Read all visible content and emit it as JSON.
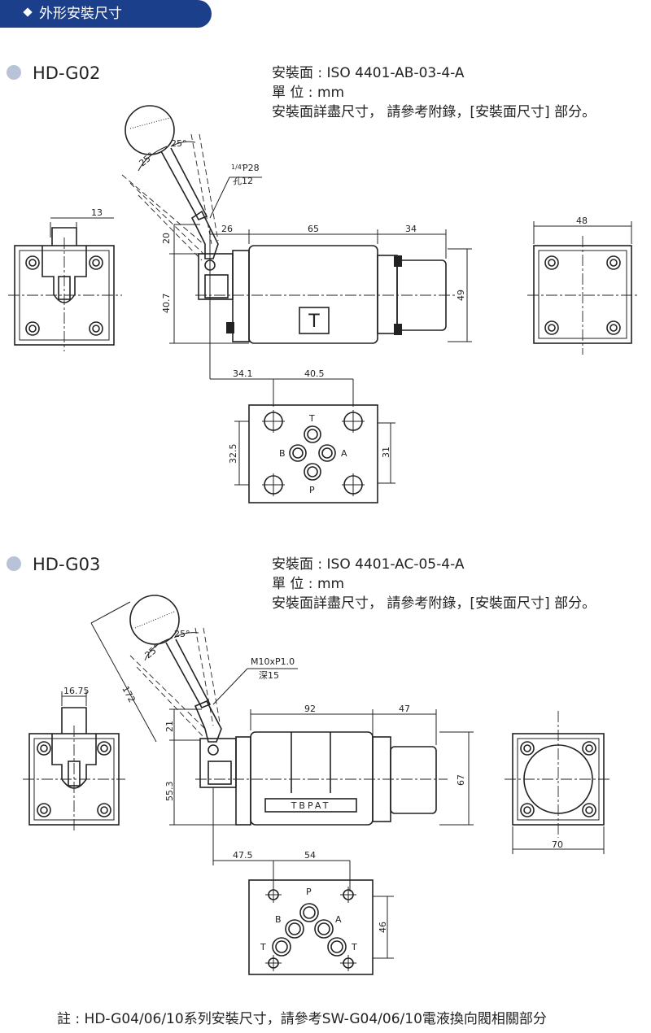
{
  "section_title": "外形安裝尺寸",
  "g02": {
    "model": "HD-G02",
    "info": [
      "安裝面 : ISO 4401-AB-03-4-A",
      "單 位 : mm",
      "安裝面詳盡尺寸， 請參考附錄，[安裝面尺寸] 部分。"
    ],
    "angle_a": "25°",
    "angle_b": "25°",
    "port_note_frac": "1/4\"",
    "port_note_size": "P28",
    "port_note_depth": "孔12",
    "dims": {
      "d13": "13",
      "d26": "26",
      "d65": "65",
      "d34": "34",
      "d48": "48",
      "d20": "20",
      "d40_7": "40.7",
      "d49": "49",
      "d34_1": "34.1",
      "d40_5": "40.5",
      "d32_5": "32.5",
      "d31": "31"
    },
    "nameplate": "T",
    "ports": {
      "t": "T",
      "b": "B",
      "a": "A",
      "p": "P"
    }
  },
  "g03": {
    "model": "HD-G03",
    "info": [
      "安裝面 : ISO 4401-AC-05-4-A",
      "單 位 : mm",
      "安裝面詳盡尺寸， 請參考附錄，[安裝面尺寸] 部分。"
    ],
    "angle_a": "25°",
    "angle_b": "25°",
    "port_note_size": "M10xP1.0",
    "port_note_depth": "深15",
    "dims": {
      "d172": "172",
      "d16_75": "16.75",
      "d92": "92",
      "d47": "47",
      "d21": "21",
      "d55_3": "55.3",
      "d67": "67",
      "d70": "70",
      "d47_5": "47.5",
      "d54": "54",
      "d46": "46"
    },
    "nameplate": "TBPAT",
    "ports": {
      "p": "P",
      "b": "B",
      "a": "A",
      "t1": "T",
      "t2": "T"
    }
  },
  "footnote": "註 : HD-G04/06/10系列安裝尺寸，請參考SW-G04/06/10電液換向閥相關部分"
}
